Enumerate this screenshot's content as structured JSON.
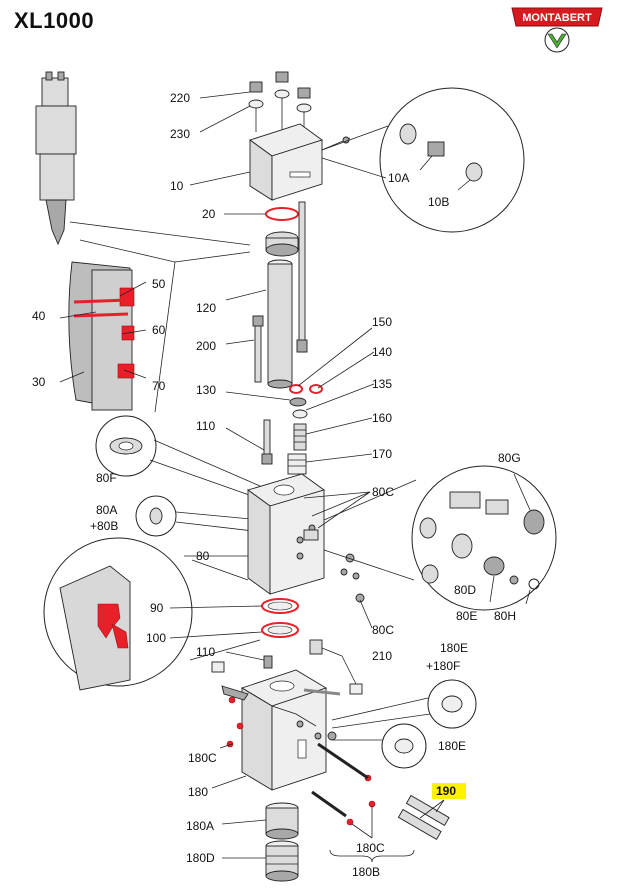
{
  "model": "XL1000",
  "brand": "MONTABERT",
  "labels": {
    "p220": "220",
    "p230": "230",
    "p10": "10",
    "p10A": "10A",
    "p10B": "10B",
    "p20": "20",
    "p120": "120",
    "p200": "200",
    "p150": "150",
    "p140": "140",
    "p135": "135",
    "p130": "130",
    "p160": "160",
    "p110a": "110",
    "p170": "170",
    "p50": "50",
    "p40": "40",
    "p60": "60",
    "p30": "30",
    "p70": "70",
    "p80F": "80F",
    "p80G": "80G",
    "p80A": "80A",
    "p80B": "+80B",
    "p80C_top": "80C",
    "p80": "80",
    "p80D": "80D",
    "p80E": "80E",
    "p80H": "80H",
    "p80C_bot": "80C",
    "p90": "90",
    "p100": "100",
    "p110b": "110",
    "p210": "210",
    "p180E_top": "180E",
    "p180F": "+180F",
    "p180E_mid": "180E",
    "p180C_left": "180C",
    "p180": "180",
    "p190": "190",
    "p180A": "180A",
    "p180C_bot": "180C",
    "p180B": "180B",
    "p180D": "180D"
  },
  "colors": {
    "seal": "#e8202a",
    "highlight": "#fff200",
    "brand_red": "#d71920",
    "brand_green": "#4caf32"
  }
}
